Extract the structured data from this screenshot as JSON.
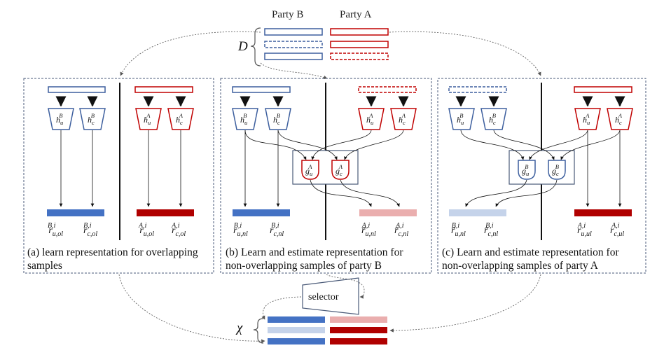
{
  "header": {
    "party_b": "Party B",
    "party_a": "Party A",
    "dataset_symbol": "D",
    "output_symbol": "χ"
  },
  "colors": {
    "blue": "#4472c4",
    "blue_outline": "#3d5f9e",
    "light_blue": "#c5d3ea",
    "red": "#b00000",
    "red_outline": "#c00000",
    "light_red": "#eaaeae",
    "panel_border": "#4a5a78"
  },
  "panels": {
    "a": {
      "caption_line1": "(a) learn representation for overlapping",
      "caption_line2": "samples",
      "encoders": {
        "hu_b": "h",
        "hc_b": "h",
        "hu_a": "h",
        "hc_a": "h"
      },
      "outputs": [
        {
          "base": "r",
          "sup": "B,i",
          "sub": "u,ol"
        },
        {
          "base": "r",
          "sup": "B,i",
          "sub": "c,ol"
        },
        {
          "base": "r",
          "sup": "A,i",
          "sub": "u,ol"
        },
        {
          "base": "r",
          "sup": "A,i",
          "sub": "c,ol"
        }
      ]
    },
    "b": {
      "caption_line1": "(b) Learn and estimate representation for",
      "caption_line2": "non-overlapping samples of party B",
      "outputs": [
        {
          "base": "r",
          "sup": "B,i",
          "sub": "u,nl"
        },
        {
          "base": "r",
          "sup": "B,i",
          "sub": "c,nl"
        },
        {
          "base": "r̃",
          "sup": "A,i",
          "sub": "u,nl"
        },
        {
          "base": "r̃",
          "sup": "A,i",
          "sub": "c,nl"
        }
      ]
    },
    "c": {
      "caption_line1": "(c) Learn and estimate representation for",
      "caption_line2": "non-overlapping samples of party A",
      "outputs": [
        {
          "base": "r̃",
          "sup": "B,i",
          "sub": "u,nl"
        },
        {
          "base": "r̃",
          "sup": "B,i",
          "sub": "c,nl"
        },
        {
          "base": "r",
          "sup": "A,i",
          "sub": "u,ul"
        },
        {
          "base": "r",
          "sup": "A,i",
          "sub": "c,ul"
        }
      ]
    }
  },
  "selector_label": "selector"
}
